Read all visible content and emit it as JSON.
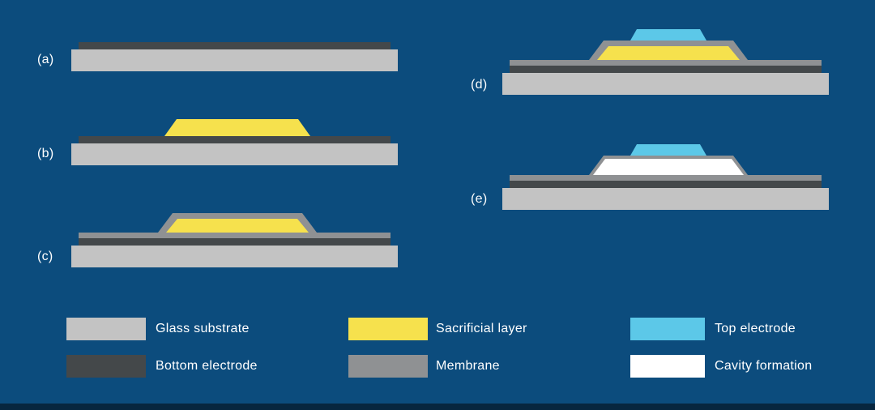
{
  "colors": {
    "background": "#0c4c7d",
    "footer_bar": "#07263f",
    "glass": "#c3c3c3",
    "bottom_electrode": "#44484a",
    "sacrificial": "#f6e14d",
    "membrane": "#8f9193",
    "top_electrode": "#5cc8e8",
    "cavity": "#ffffff",
    "text": "#ffffff"
  },
  "panels": [
    {
      "id": "a",
      "label": "(a)",
      "layers": [
        "glass substrate",
        "bottom electrode"
      ]
    },
    {
      "id": "b",
      "label": "(b)",
      "layers": [
        "glass substrate",
        "bottom electrode",
        "sacrificial layer"
      ]
    },
    {
      "id": "c",
      "label": "(c)",
      "layers": [
        "glass substrate",
        "bottom electrode",
        "sacrificial layer",
        "membrane"
      ]
    },
    {
      "id": "d",
      "label": "(d)",
      "layers": [
        "glass substrate",
        "bottom electrode",
        "sacrificial layer",
        "membrane",
        "top electrode"
      ]
    },
    {
      "id": "e",
      "label": "(e)",
      "layers": [
        "glass substrate",
        "bottom electrode",
        "cavity formation",
        "membrane",
        "top electrode"
      ]
    }
  ],
  "legend": [
    {
      "label": "Glass substrate",
      "color_key": "glass"
    },
    {
      "label": "Bottom electrode",
      "color_key": "bottom_electrode"
    },
    {
      "label": "Sacrificial layer",
      "color_key": "sacrificial"
    },
    {
      "label": "Membrane",
      "color_key": "membrane"
    },
    {
      "label": "Top electrode",
      "color_key": "top_electrode"
    },
    {
      "label": "Cavity formation",
      "color_key": "cavity"
    }
  ]
}
